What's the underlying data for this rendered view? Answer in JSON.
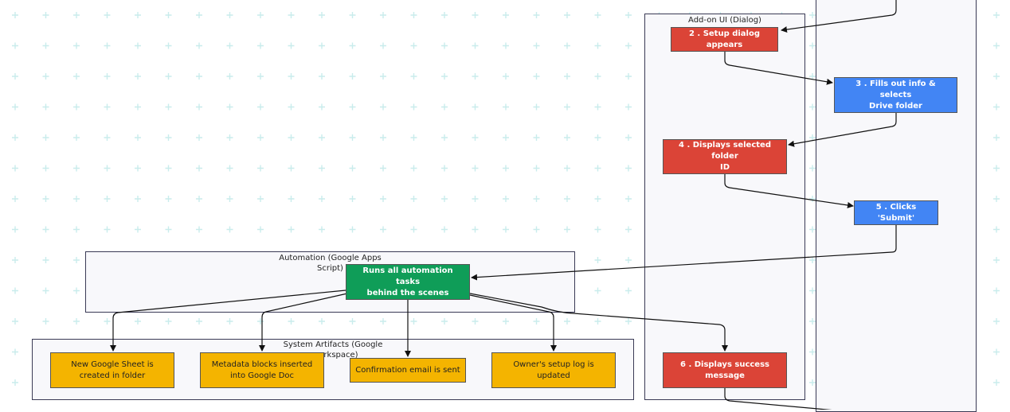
{
  "clusters": {
    "addon_ui": "Add-on UI (Dialog)",
    "automation_line1": "Automation (Google Apps",
    "automation_line2": "Script)",
    "artifacts_line1": "System Artifacts (Google",
    "artifacts_line2": "rkspace)"
  },
  "nodes": {
    "step2": "2 . Setup dialog appears",
    "step3_line1": "3 . Fills out info & selects",
    "step3_line2": "Drive folder",
    "step4_line1": "4 . Displays selected folder",
    "step4_line2": "ID",
    "step5": "5 . Clicks 'Submit'",
    "step6_line1": "6 . Displays success",
    "step6_line2": "message",
    "automation_line1": "Runs all automation tasks",
    "automation_line2": "behind the scenes",
    "sheet_line1": "New Google Sheet is",
    "sheet_line2": "created in folder",
    "doc_line1": "Metadata blocks inserted",
    "doc_line2": "into Google Doc",
    "email": "Confirmation email is sent",
    "log_line1": "Owner's setup log is",
    "log_line2": "updated"
  },
  "colors": {
    "ui_red": "#db4437",
    "user_blue": "#4285f4",
    "automation_green": "#0f9d58",
    "artifact_yellow": "#f4b400"
  }
}
